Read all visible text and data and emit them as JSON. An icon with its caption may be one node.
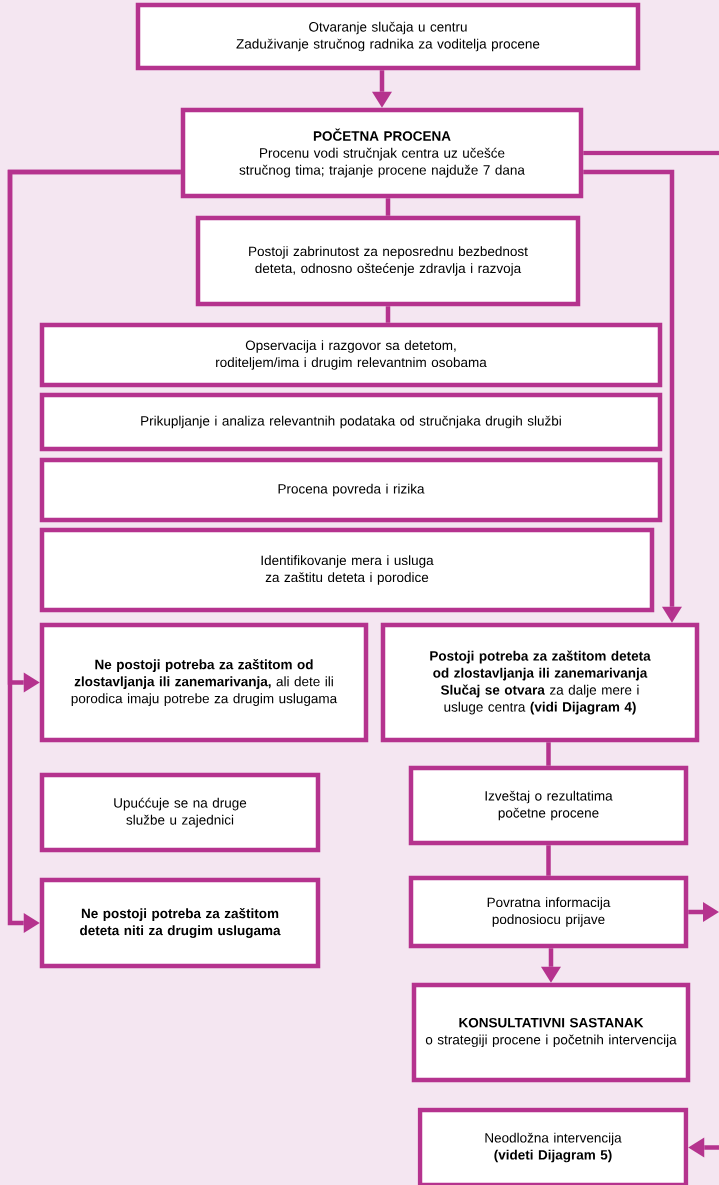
{
  "diagram": {
    "nodes": [
      {
        "text": [
          "Otvaranje slučaja u centru",
          "Zaduživanje stručnog radnika za voditelja procene"
        ]
      },
      {
        "text": [
          "POČETNA PROCENA",
          "Procenu vodi stručnjak centra uz učešće stručnog tima; trajanje procene najduže 7 dana"
        ]
      },
      {
        "text": [
          "Postoji zabrinutost za neposrednu bezbednost deteta, odnosno oštećenje zdravlja i razvoja"
        ]
      },
      {
        "text": [
          "Opservacija i razgovor sa detetom, roditeljem/ima i drugim relevantnim osobama"
        ]
      },
      {
        "text": [
          "Prikupljanje i analiza relevantnih podataka od stručnjaka drugih službi"
        ]
      },
      {
        "text": [
          "Procena povreda i rizika"
        ]
      },
      {
        "text": [
          "Identifikovanje mera i usluga za zaštitu deteta i porodice"
        ]
      },
      {
        "text": [
          "**Ne postoji potreba za zaštitom od zlostavljanja ili zanemarivanja,** ali dete ili porodica imaju potrebe za drugim uslugama"
        ]
      },
      {
        "text": [
          "Postoji potreba za zaštitom deteta od zlostavljanja ili zanemarivanja",
          "**Slučaj se otvara** za dalje mere i usluge centra **(vidi Dijagram 4)**"
        ]
      },
      {
        "text": [
          "Upuććuje se na druge službe u zajednici"
        ]
      },
      {
        "text": [
          "Ne postoji potreba za zaštitom deteta niti za drugim uslugama"
        ]
      },
      {
        "text": [
          "Izveštaj o rezultatima početne procene"
        ]
      },
      {
        "text": [
          "Povratna informacija podnosiocu prijave"
        ]
      },
      {
        "text": [
          "KONSULTATIVNI SASTANAK",
          "o strategiji procene i početnih intervencija"
        ]
      },
      {
        "text": [
          "Neodložna intervencija",
          "(videti Dijagram 5)"
        ]
      }
    ],
    "edges": [
      {
        "from": 0,
        "to": 1,
        "arrow": "to"
      },
      {
        "from": 1,
        "to": 2,
        "arrow": "none"
      },
      {
        "from": 2,
        "to": 3,
        "arrow": "none"
      },
      {
        "from": 1,
        "to": 7,
        "arrow": "to"
      },
      {
        "from": 1,
        "to": 10,
        "arrow": "to"
      },
      {
        "from": 1,
        "to": 8,
        "arrow": "to"
      },
      {
        "from": 1,
        "to": null,
        "arrow": "none"
      },
      {
        "from": 8,
        "to": 11,
        "arrow": "none"
      },
      {
        "from": 11,
        "to": 12,
        "arrow": "none"
      },
      {
        "from": 12,
        "to": 13,
        "arrow": "to"
      },
      {
        "from": 12,
        "to": null,
        "arrow": "to"
      },
      {
        "from": null,
        "to": 14,
        "arrow": "to"
      }
    ]
  }
}
